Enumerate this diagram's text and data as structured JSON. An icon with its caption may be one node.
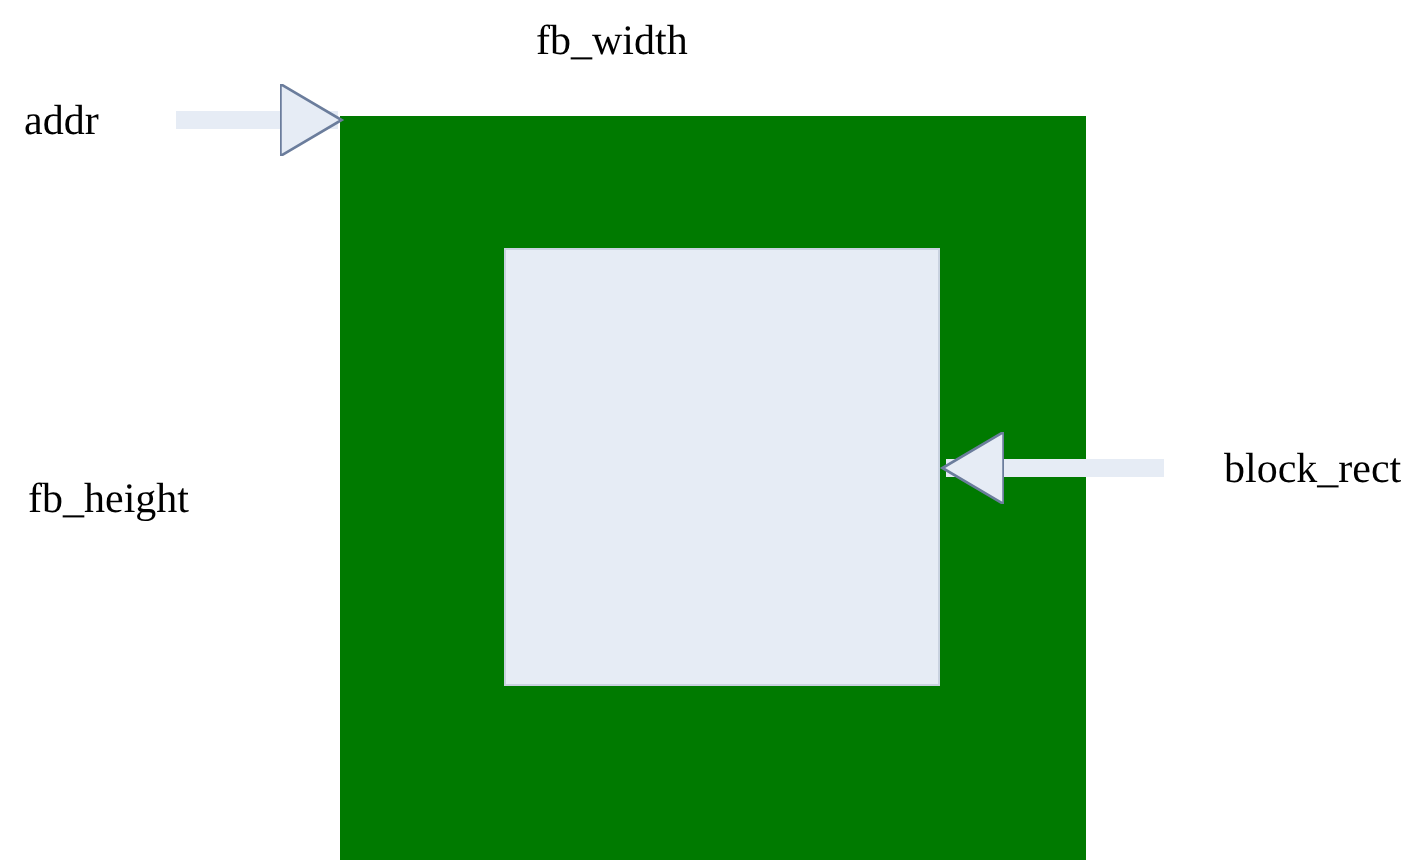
{
  "diagram": {
    "nodes": [
      {
        "text": [],
        "shape": "box"
      },
      {
        "text": [],
        "shape": "box",
        "in": 0
      },
      {
        "text": [
          "addr"
        ]
      },
      {
        "text": [
          "block_rect"
        ]
      }
    ],
    "edges": [
      {
        "from": 2,
        "to": 0,
        "arrow": "to"
      },
      {
        "from": 3,
        "to": 1,
        "arrow": "to"
      }
    ],
    "labels": [
      "fb_width",
      "fb_height"
    ]
  }
}
